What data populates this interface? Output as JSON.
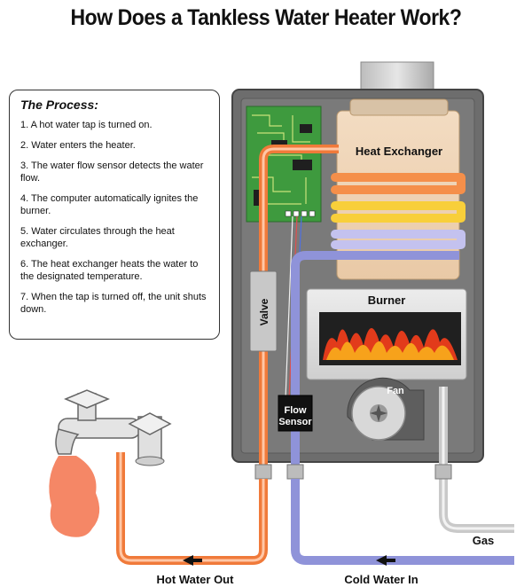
{
  "title": "How Does a Tankless Water Heater Work?",
  "process": {
    "heading": "The Process:",
    "steps": [
      "1. A hot water tap is turned on.",
      "2. Water enters the heater.",
      "3. The water flow sensor detects the water flow.",
      "4. The computer automatically ignites the burner.",
      "5. Water circulates through the heat exchanger.",
      "6. The heat exchanger heats the water to the designated temperature.",
      "7. When the tap is turned off, the unit shuts down."
    ]
  },
  "labels": {
    "heat_exchanger": "Heat Exchanger",
    "burner": "Burner",
    "fan": "Fan",
    "valve": "Valve",
    "flow_sensor_line1": "Flow",
    "flow_sensor_line2": "Sensor",
    "gas": "Gas",
    "hot_water_out": "Hot Water Out",
    "cold_water_in": "Cold Water In"
  },
  "colors": {
    "hot": "#f07a3a",
    "cold": "#8f93d9",
    "gas": "#c9c9c9",
    "cabinet": "#6f6f6f"
  }
}
